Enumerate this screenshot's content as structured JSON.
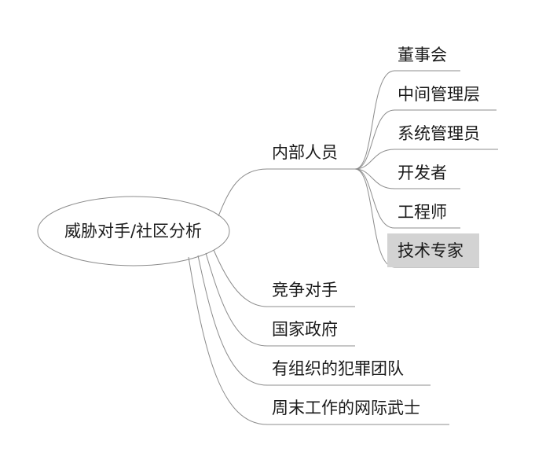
{
  "root": {
    "label": "威胁对手/社区分析"
  },
  "branches": [
    {
      "label": "内部人员"
    },
    {
      "label": "竞争对手"
    },
    {
      "label": "国家政府"
    },
    {
      "label": "有组织的犯罪团队"
    },
    {
      "label": "周末工作的网际武士"
    }
  ],
  "insider_children": [
    {
      "label": "董事会"
    },
    {
      "label": "中间管理层"
    },
    {
      "label": "系统管理员"
    },
    {
      "label": "开发者"
    },
    {
      "label": "工程师"
    },
    {
      "label": "技术专家",
      "highlighted": true
    }
  ],
  "colors": {
    "line": "#8c8c8c",
    "highlight": "#d3d3d3",
    "text": "#1a1a1a"
  }
}
